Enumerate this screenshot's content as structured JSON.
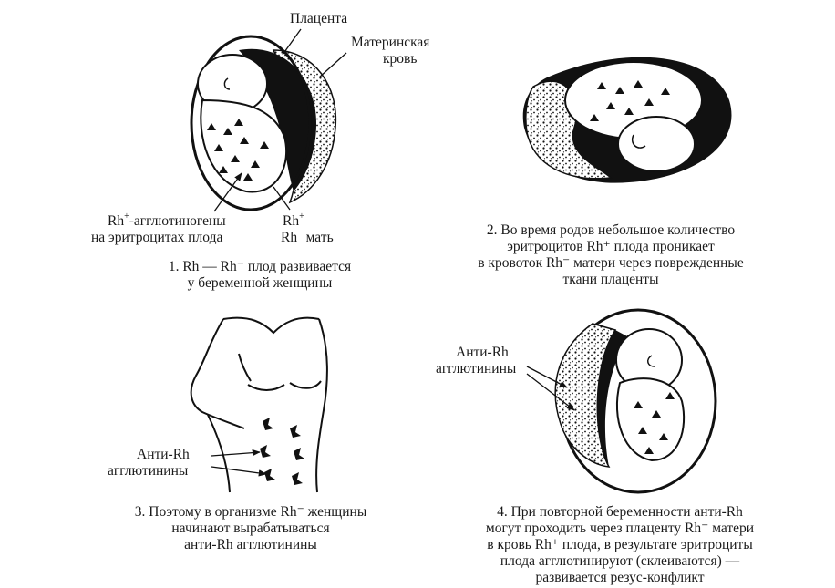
{
  "panel1": {
    "label_placenta": "Плацента",
    "label_maternal_blood_1": "Материнская",
    "label_maternal_blood_2": "кровь",
    "label_agglutinogens_rh": "Rh",
    "label_agglutinogens_sup": "+",
    "label_agglutinogens_rest": "-агглютиногены",
    "label_agglutinogens_2": "на эритроцитах плода",
    "label_rh_pos": "Rh",
    "label_rh_pos_sup": "+",
    "label_rh_neg": "Rh",
    "label_rh_neg_sup": "−",
    "label_rh_neg_rest": " мать",
    "caption_1": "1. Rh — Rh⁻ плод развивается",
    "caption_2": "у беременной женщины"
  },
  "panel2": {
    "caption_1": "2. Во время родов небольшое количество",
    "caption_2": "эритроцитов Rh⁺ плода проникает",
    "caption_3": "в кровоток Rh⁻ матери через поврежденные",
    "caption_4": "ткани плаценты"
  },
  "panel3": {
    "label_antibodies_1": "Анти-Rh",
    "label_antibodies_2": "агглютинины",
    "caption_1": "3. Поэтому в организме Rh⁻ женщины",
    "caption_2": "начинают вырабатываться",
    "caption_3": "анти-Rh агглютинины"
  },
  "panel4": {
    "label_antibodies_1": "Анти-Rh",
    "label_antibodies_2": "агглютинины",
    "caption_1": "4. При повторной беременности анти-Rh",
    "caption_2": "могут проходить через плаценту Rh⁻ матери",
    "caption_3": "в кровь Rh⁺ плода, в результате эритроциты",
    "caption_4": "плода агглютинируют (склеиваются) —",
    "caption_5": "развивается резус-конфликт"
  }
}
